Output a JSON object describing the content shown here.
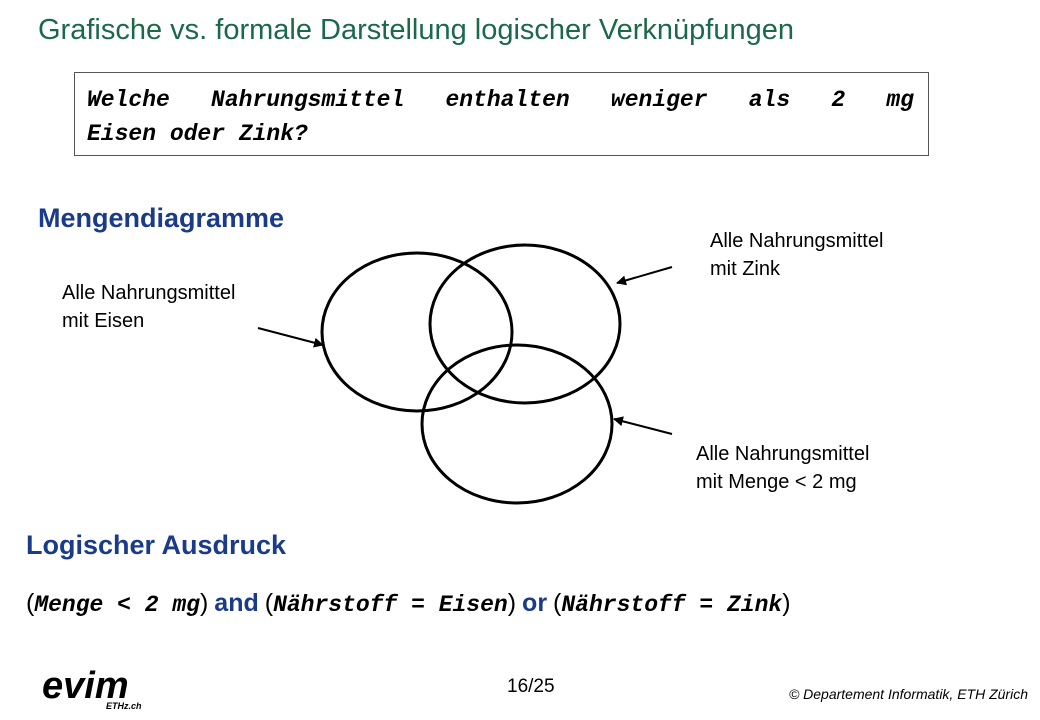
{
  "slide": {
    "title": "Grafische vs. formale Darstellung logischer Verknüpfungen",
    "question": {
      "line1_words": [
        "Welche",
        "Nahrungsmittel",
        "enthalten",
        "weniger",
        "als",
        "2",
        "mg"
      ],
      "line2": "Eisen oder Zink?"
    },
    "venn_heading": "Mengendiagramme",
    "labels": {
      "eisen_line1": "Alle Nahrungsmittel",
      "eisen_line2": "mit Eisen",
      "zink_line1": "Alle Nahrungsmittel",
      "zink_line2": "mit Zink",
      "menge_line1": "Alle Nahrungsmittel",
      "menge_line2": "mit Menge < 2 mg"
    },
    "logic_heading": "Logischer Ausdruck",
    "expression": {
      "open": "(",
      "close": ")",
      "term1": "Menge < 2 mg",
      "op1": "and",
      "term2": "Nährstoff = Eisen",
      "op2": "or",
      "term3": "Nährstoff = Zink"
    },
    "page_number": "16/25",
    "copyright": "© Departement Informatik, ETH Zürich",
    "logo": {
      "text": "evim",
      "subtext": "ETHz.ch"
    }
  },
  "colors": {
    "title": "#1a6a4a",
    "heading": "#1a3a8a"
  }
}
